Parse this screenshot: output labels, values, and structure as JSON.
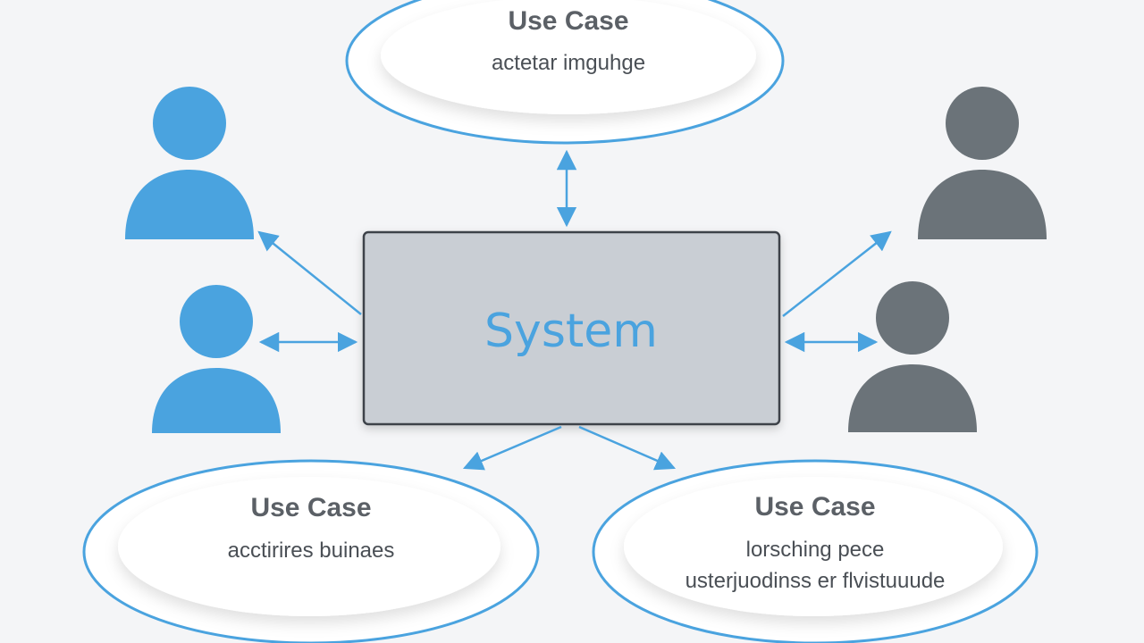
{
  "colors": {
    "accent": "#4aa3df",
    "actor_blue": "#4aa3df",
    "actor_gray": "#6b7379",
    "system_fill": "#c9ced4",
    "background": "#f4f5f7"
  },
  "system": {
    "label": "System"
  },
  "use_cases": {
    "top": {
      "title": "Use Case",
      "lines": [
        "actetar imguhge"
      ]
    },
    "bottom_left": {
      "title": "Use Case",
      "lines": [
        "acctirires buinaes"
      ]
    },
    "bottom_right": {
      "title": "Use Case",
      "lines": [
        "lorsching pece",
        "usterjuodinss er flvistuuude"
      ]
    }
  },
  "actors": [
    {
      "id": "left-top",
      "color": "blue",
      "icon": "person-icon"
    },
    {
      "id": "left-middle",
      "color": "blue",
      "icon": "person-icon"
    },
    {
      "id": "right-top",
      "color": "gray",
      "icon": "person-icon"
    },
    {
      "id": "right-middle",
      "color": "gray",
      "icon": "person-icon"
    }
  ]
}
